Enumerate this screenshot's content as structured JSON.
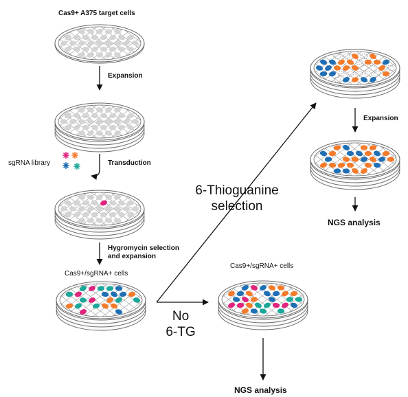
{
  "labels": {
    "target_cells": "Cas9+ A375 target cells",
    "expansion_1": "Expansion",
    "sgrna_library": "sgRNA library",
    "transduction": "Transduction",
    "hygromycin_line1": "Hygromycin selection",
    "hygromycin_line2": "and expansion",
    "cas9_sgrna_cells_left": "Cas9+/sgRNA+ cells",
    "thioguanine_line1": "6-Thioguanine",
    "thioguanine_line2": "selection",
    "expansion_2": "Expansion",
    "ngs_analysis_top": "NGS analysis",
    "no_line1": "No",
    "no_line2": "6-TG",
    "cas9_sgrna_cells_right": "Cas9+/sgRNA+ cells",
    "ngs_analysis_bottom": "NGS analysis"
  },
  "colors": {
    "orange": "#F47B2A",
    "blue": "#1F6FB5",
    "magenta": "#E0237D",
    "teal": "#1BA79A",
    "gray_cell": "#D4D4D4",
    "dish_line": "#666666"
  },
  "dishes": [
    {
      "name": "dish-target-cells",
      "stack": 1,
      "cells": "gray"
    },
    {
      "name": "dish-expanded",
      "stack": 4,
      "cells": "gray"
    },
    {
      "name": "dish-transduced",
      "stack": 4,
      "cells": "sparse-mixed"
    },
    {
      "name": "dish-cas9-sgrna-left",
      "stack": 4,
      "cells": "mixed"
    },
    {
      "name": "dish-6tg-selected",
      "stack": 4,
      "cells": "orange-blue-dead"
    },
    {
      "name": "dish-6tg-expanded",
      "stack": 4,
      "cells": "orange-blue"
    },
    {
      "name": "dish-no-6tg",
      "stack": 4,
      "cells": "mixed"
    }
  ]
}
